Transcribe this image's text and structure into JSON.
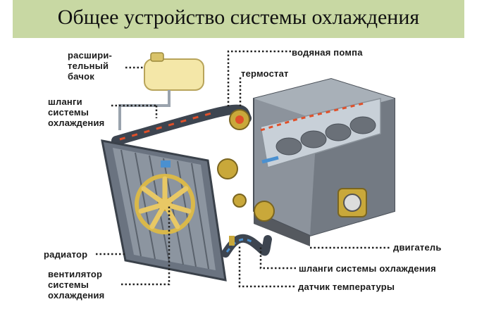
{
  "title": "Общее устройство системы охлаждения",
  "colors": {
    "banner": "#c8d8a3",
    "coolant_hot": "#e0502a",
    "coolant_cold": "#4a90d0",
    "leader": "#222222"
  },
  "labels": {
    "expansion_tank": "расшири-\nтельный\nбачок",
    "hoses_left": "шланги\nсистемы\nохлаждения",
    "water_pump": "водяная помпа",
    "thermostat": "термостат",
    "radiator": "радиатор",
    "fan": "вентилятор\nсистемы\nохлаждения",
    "engine": "двигатель",
    "hoses_bottom": "шланги системы охлаждения",
    "temp_sensor": "датчик температуры"
  }
}
